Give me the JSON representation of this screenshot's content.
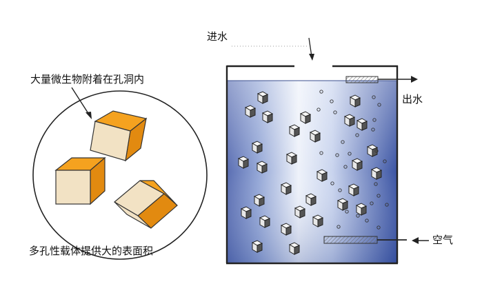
{
  "labels": {
    "inlet": "进水",
    "outlet": "出水",
    "air": "空气",
    "microbes": "大量微生物附着在孔洞内",
    "carrier": "多孔性载体提供大的表面积"
  },
  "colors": {
    "tank_top": "#f4f7fc",
    "tank_mid": "#b3c2e2",
    "tank_deep": "#3c57a8",
    "cube_face": "#f2e2c4",
    "cube_side": "#f19a1a",
    "outline": "#222222"
  }
}
